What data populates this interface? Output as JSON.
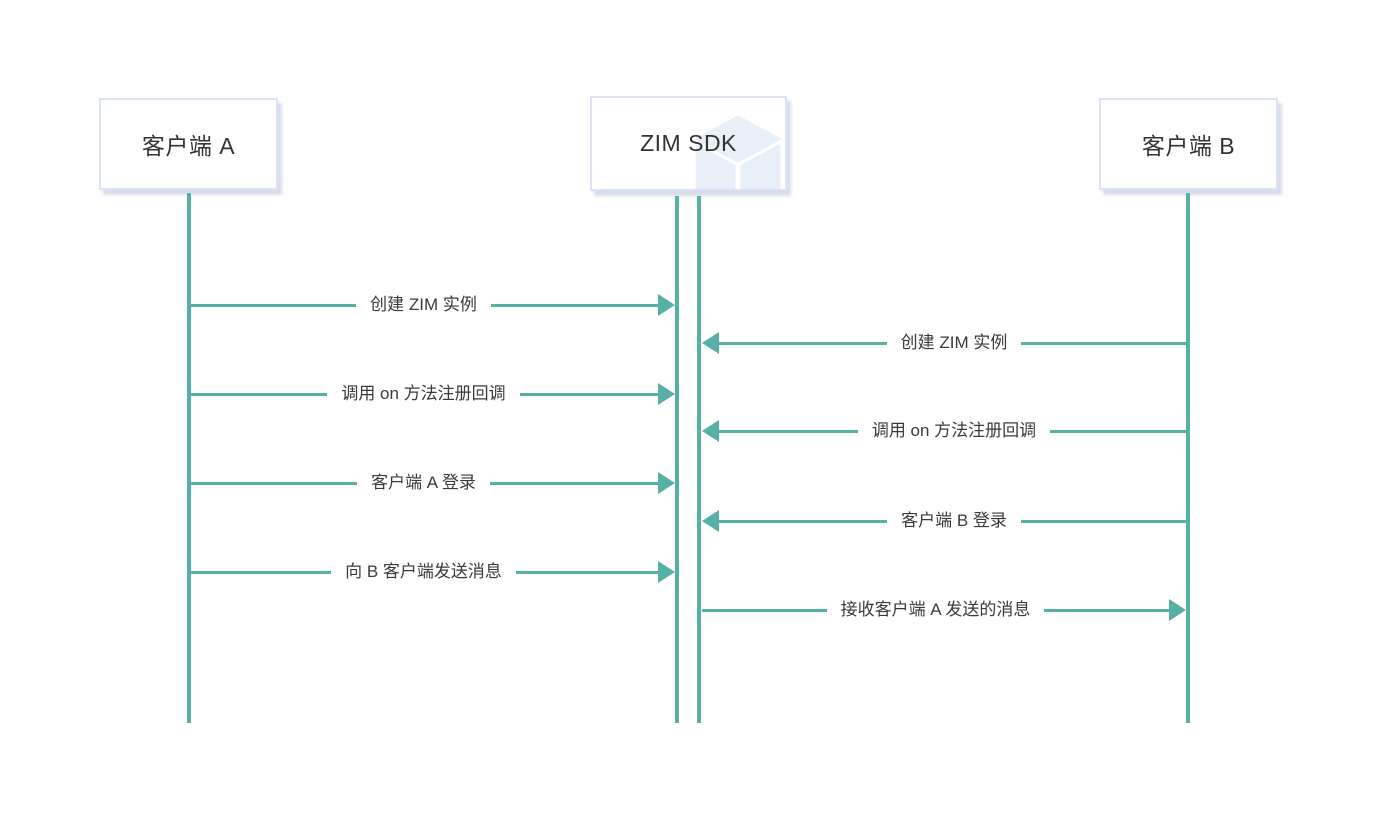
{
  "diagram_type": "sequence-diagram",
  "colors": {
    "accent": "#56b0a6",
    "box_border": "#dbe2f5",
    "box_text": "#333333",
    "message_text": "#3a3a3a",
    "watermark": "#e9eff9"
  },
  "actors": [
    {
      "label": "客户端 A"
    },
    {
      "label": "ZIM SDK"
    },
    {
      "label": "客户端 B"
    }
  ],
  "messages": [
    {
      "label": "创建 ZIM 实例",
      "from": "客户端 A",
      "to": "ZIM SDK",
      "direction": "right"
    },
    {
      "label": "创建 ZIM 实例",
      "from": "客户端 B",
      "to": "ZIM SDK",
      "direction": "left"
    },
    {
      "label": "调用 on 方法注册回调",
      "from": "客户端 A",
      "to": "ZIM SDK",
      "direction": "right"
    },
    {
      "label": "调用 on 方法注册回调",
      "from": "客户端 B",
      "to": "ZIM SDK",
      "direction": "left"
    },
    {
      "label": "客户端 A 登录",
      "from": "客户端 A",
      "to": "ZIM SDK",
      "direction": "right"
    },
    {
      "label": "客户端 B 登录",
      "from": "客户端 B",
      "to": "ZIM SDK",
      "direction": "left"
    },
    {
      "label": "向 B 客户端发送消息",
      "from": "客户端 A",
      "to": "ZIM SDK",
      "direction": "right"
    },
    {
      "label": "接收客户端 A 发送的消息",
      "from": "ZIM SDK",
      "to": "客户端 B",
      "direction": "right"
    }
  ]
}
